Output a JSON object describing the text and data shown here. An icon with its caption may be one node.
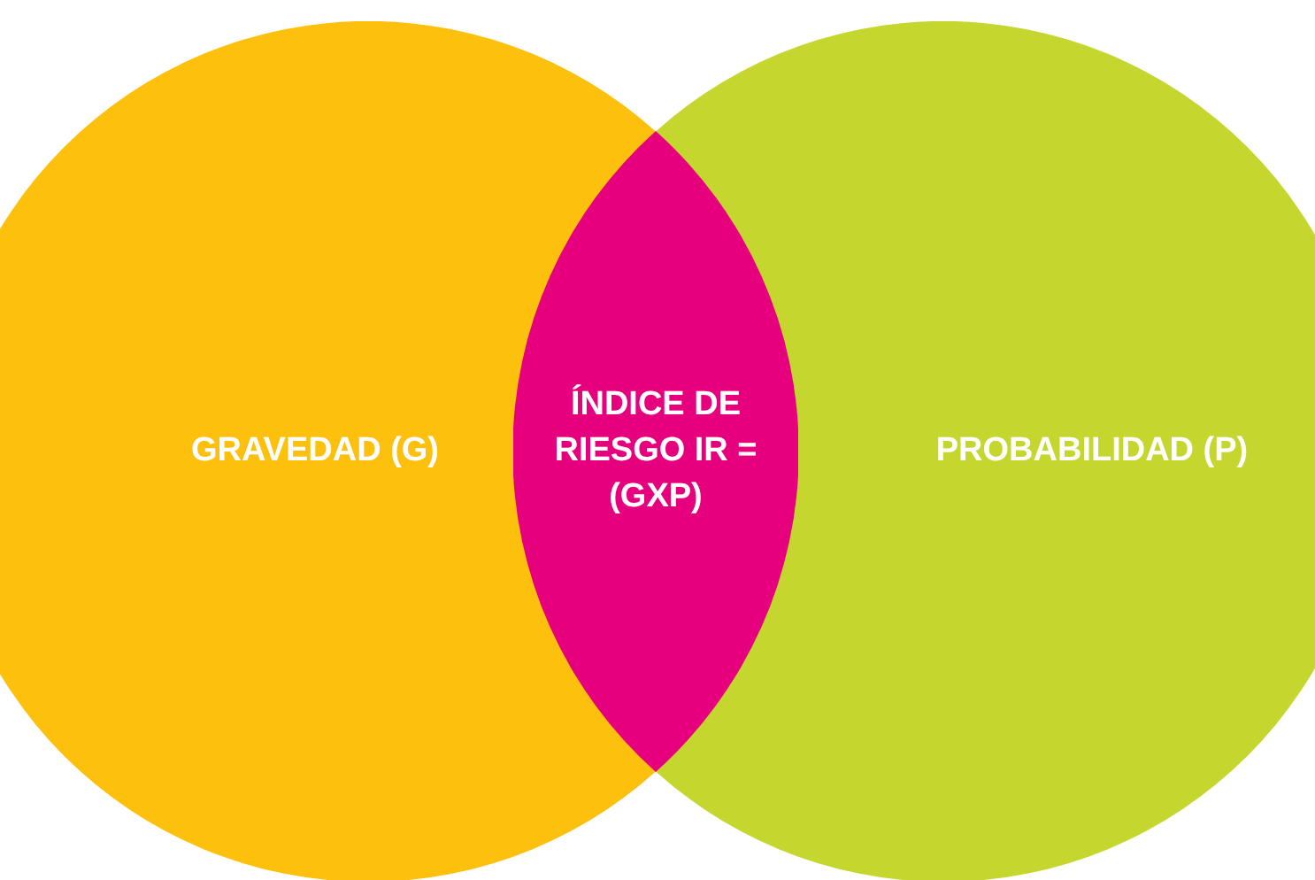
{
  "diagram": {
    "nodes": [
      {
        "text": [
          "GRAVEDAD (G)"
        ]
      },
      {
        "text": [
          "PROBABILIDAD (P)"
        ]
      },
      {
        "text": [
          "ÍNDICE DE RIESGO IR = (GXP)"
        ]
      }
    ]
  }
}
